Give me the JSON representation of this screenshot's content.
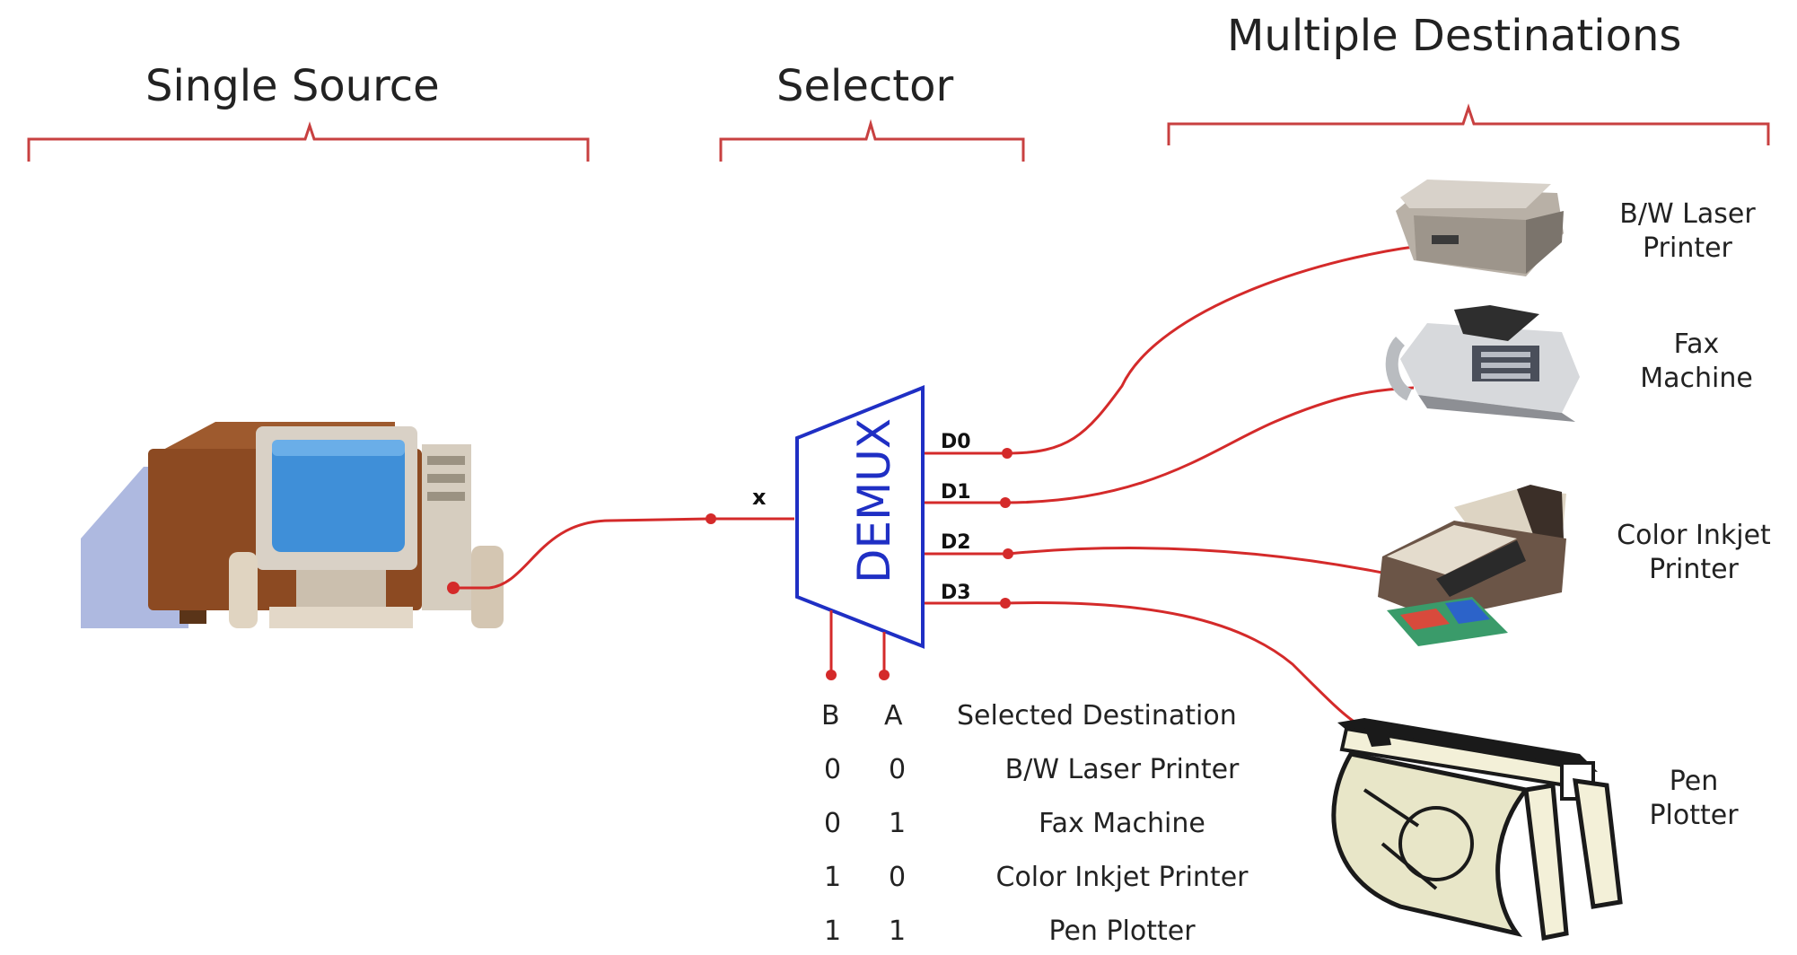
{
  "headers": {
    "single_source": "Single Source",
    "selector": "Selector",
    "multiple_destinations": "Multiple Destinations"
  },
  "demux": {
    "label": "DEMUX",
    "input_label": "x",
    "outputs": [
      "D0",
      "D1",
      "D2",
      "D3"
    ],
    "select_lines": [
      "B",
      "A"
    ]
  },
  "destinations": [
    {
      "line1": "B/W Laser",
      "line2": "Printer",
      "icon": "laser-printer-icon"
    },
    {
      "line1": "Fax",
      "line2": "Machine",
      "icon": "fax-machine-icon"
    },
    {
      "line1": "Color Inkjet",
      "line2": "Printer",
      "icon": "inkjet-printer-icon"
    },
    {
      "line1": "Pen",
      "line2": "Plotter",
      "icon": "pen-plotter-icon"
    }
  ],
  "source_icon": "desktop-computer-icon",
  "truth_table": {
    "headers": [
      "B",
      "A",
      "Selected Destination"
    ],
    "rows": [
      [
        "0",
        "0",
        "B/W Laser Printer"
      ],
      [
        "0",
        "1",
        "Fax Machine"
      ],
      [
        "1",
        "0",
        "Color Inkjet Printer"
      ],
      [
        "1",
        "1",
        "Pen Plotter"
      ]
    ]
  },
  "colors": {
    "wire": "#d42a2a",
    "bracket": "#c84040",
    "demux_outline": "#1f2fc4",
    "demux_text": "#1f2fc4"
  }
}
